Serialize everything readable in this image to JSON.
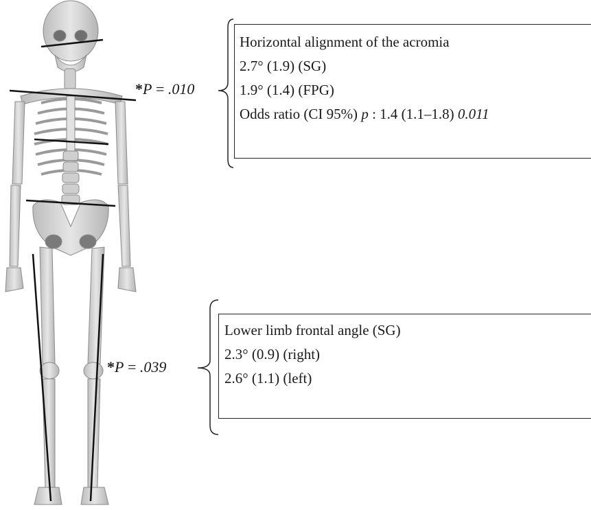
{
  "annotations": {
    "top": {
      "star": "*",
      "p_var": "P",
      "p_eq": " = ",
      "p_value": ".010"
    },
    "bottom": {
      "star": "*",
      "p_var": "P",
      "p_eq": " = ",
      "p_value": ".039"
    }
  },
  "box_top": {
    "title": "Horizontal alignment of the acromia",
    "sg": "2.7° (1.9) (SG)",
    "fpg": "1.9° (1.4) (FPG)",
    "odds_prefix": "Odds ratio (CI 95%) ",
    "odds_p": "p",
    "odds_mid": " : 1.4 (1.1–1.8) ",
    "odds_value": "0.011"
  },
  "box_bottom": {
    "title": "Lower limb frontal angle (SG)",
    "right": "2.3° (0.9) (right)",
    "left": "2.6° (1.1) (left)"
  },
  "colors": {
    "bone": "#dcdcdc",
    "bone_shade": "#a9a9a9",
    "line": "#111111"
  }
}
